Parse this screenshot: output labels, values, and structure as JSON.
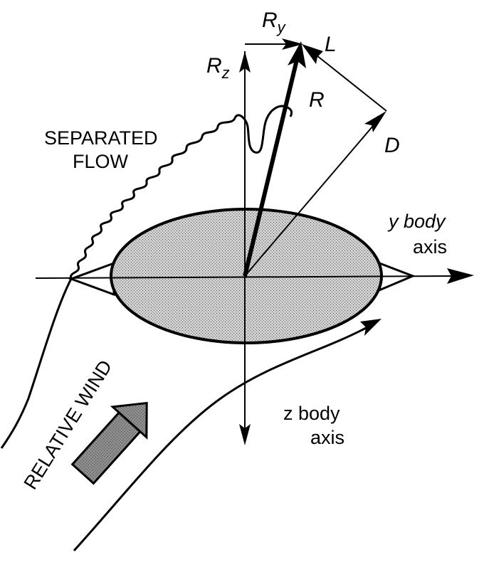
{
  "labels": {
    "ry": "R",
    "ry_sub": "y",
    "rz": "R",
    "rz_sub": "z",
    "l": "L",
    "r": "R",
    "d": "D",
    "separated_line1": "SEPARATED",
    "separated_line2": "FLOW",
    "y_axis_line1": "y body",
    "y_axis_line2": "axis",
    "z_axis_line1": "z body",
    "z_axis_line2": "axis",
    "relative_wind": "RELATIVE WIND"
  },
  "colors": {
    "ink": "#000000",
    "body_fill": "#c8c8c8",
    "arrow_fill": "#8a8a8a"
  }
}
